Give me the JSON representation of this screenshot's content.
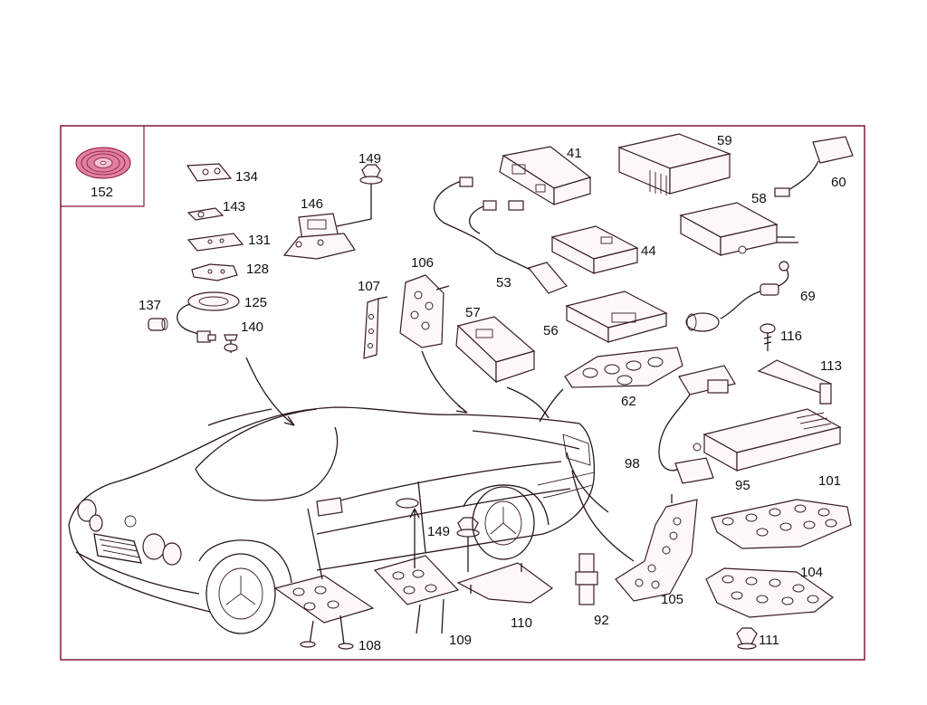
{
  "colors": {
    "frame": "#8a1538",
    "ink": "#2a1520",
    "cd": "#c8326a"
  },
  "icons": {
    "cd": "cd-disc-icon"
  },
  "labels": {
    "p152": "152",
    "p134": "134",
    "p143": "143",
    "p131": "131",
    "p128": "128",
    "p125": "125",
    "p137": "137",
    "p140": "140",
    "p146": "146",
    "p149a": "149",
    "p41": "41",
    "p59": "59",
    "p60": "60",
    "p58": "58",
    "p44": "44",
    "p53": "53",
    "p106": "106",
    "p107": "107",
    "p57": "57",
    "p56": "56",
    "p69": "69",
    "p116": "116",
    "p113": "113",
    "p62": "62",
    "p98": "98",
    "p95": "95",
    "p101": "101",
    "p104": "104",
    "p105": "105",
    "p92": "92",
    "p110": "110",
    "p149b": "149",
    "p109": "109",
    "p108": "108",
    "p111": "111"
  }
}
